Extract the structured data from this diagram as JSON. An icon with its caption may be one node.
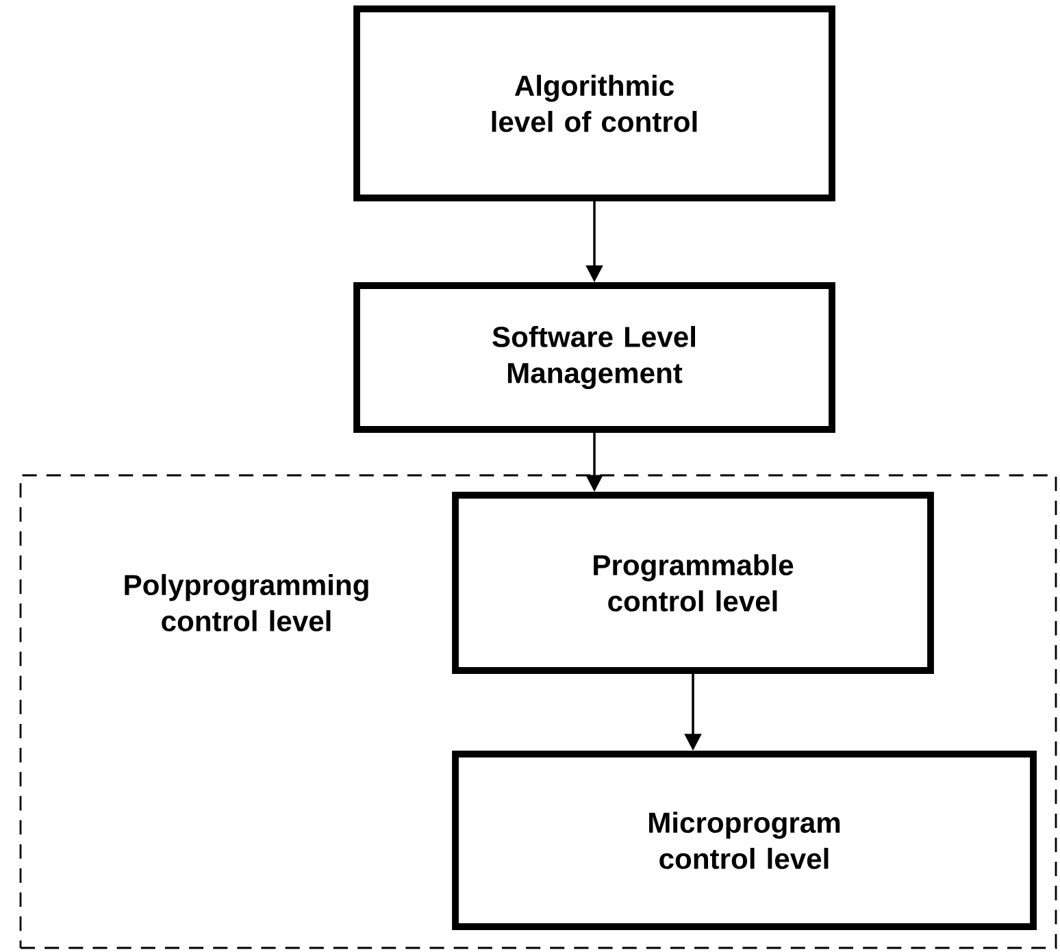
{
  "diagram": {
    "nodes": [
      {
        "text": [
          "Algorithmic level of control"
        ]
      },
      {
        "text": [
          "Software Level Management"
        ]
      },
      {
        "text": [
          "Polyprogramming control level"
        ]
      },
      {
        "text": [
          "Programmable control level"
        ],
        "in": 2
      },
      {
        "text": [
          "Microprogram control level"
        ],
        "in": 2
      }
    ],
    "edges": [
      {
        "from": 0,
        "to": 1,
        "arrow": "to"
      },
      {
        "from": 1,
        "to": 3,
        "arrow": "to"
      },
      {
        "from": 3,
        "to": 4,
        "arrow": "to"
      }
    ]
  }
}
